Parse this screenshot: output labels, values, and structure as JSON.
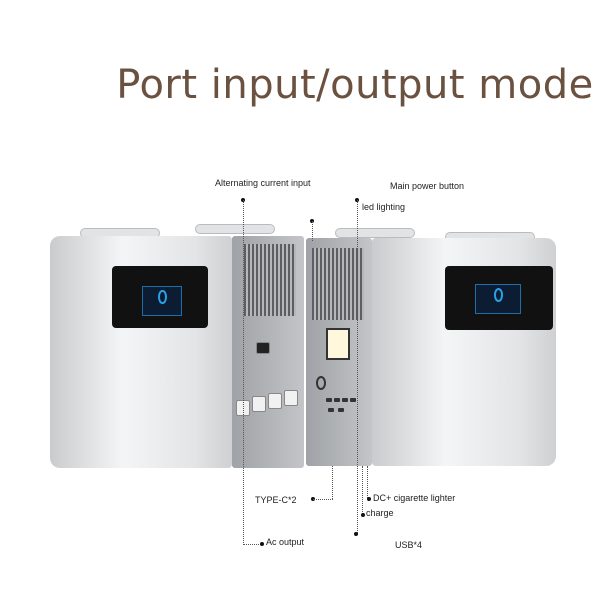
{
  "title": "Port input/output mode",
  "labels": {
    "ac_input": "Alternating current input",
    "main_power": "Main power button",
    "led": "led lighting",
    "type_c": "TYPE-C*2",
    "dc": "DC+ cigarette lighter",
    "charge": "charge",
    "ac_output": "Ac output",
    "usb": "USB*4"
  }
}
